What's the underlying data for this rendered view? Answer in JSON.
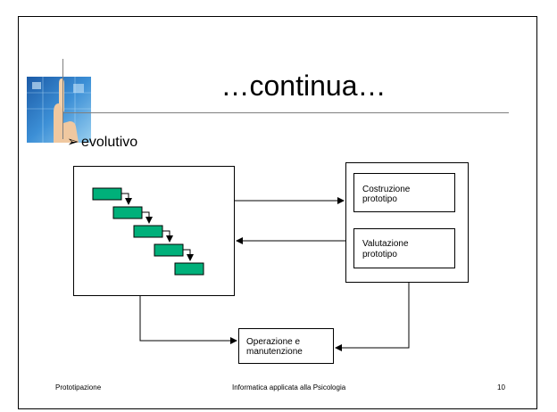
{
  "slide": {
    "title": "…continua…",
    "bullet": "evolutivo",
    "bullet_marker": "➢"
  },
  "diagram": {
    "construction_label_line1": "Costruzione",
    "construction_label_line2": "prototipo",
    "evaluation_label_line1": "Valutazione",
    "evaluation_label_line2": "prototipo",
    "operation_label_line1": "Operazione e",
    "operation_label_line2": "manutenzione",
    "accent_green": "#00b07a"
  },
  "footer": {
    "left": "Prototipazione",
    "center": "Informatica applicata alla Psicologia",
    "page_number": "10"
  },
  "logo": {
    "icon": "touchscreen-hand-icon"
  }
}
